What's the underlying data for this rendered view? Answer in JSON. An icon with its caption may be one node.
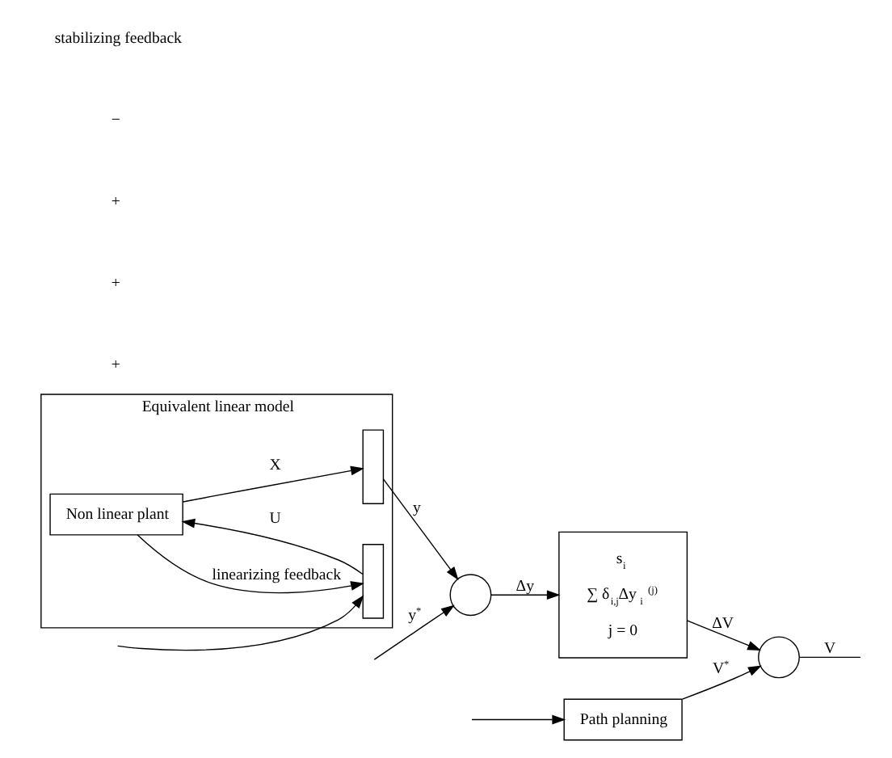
{
  "diagram": {
    "nodes": [
      {
        "text": [
          "Path planning"
        ]
      },
      {
        "text": [],
        "shape": "circle"
      },
      {
        "text": [
          "s$_{i}$",
          "∑ δ$_{i,j}$Δy$_{i}$$^{(j)}$",
          "j = 0"
        ]
      },
      {
        "text": [],
        "shape": "circle"
      },
      {
        "text": [
          "Equivalent linear model"
        ]
      },
      {
        "text": [],
        "shape": "box",
        "in": 4
      },
      {
        "text": [
          "Non linear plant"
        ],
        "in": 4
      },
      {
        "text": [],
        "shape": "box",
        "in": 4
      }
    ],
    "edges": [
      {
        "from": null,
        "to": 1,
        "arrow": "to",
        "label": "y$^{*}$"
      },
      {
        "from": null,
        "to": 0,
        "arrow": "to"
      },
      {
        "from": 0,
        "to": 3,
        "arrow": "to",
        "label": "V$^{*}$"
      },
      {
        "from": 1,
        "to": 2,
        "arrow": "to",
        "label": "Δy"
      },
      {
        "from": 2,
        "to": 3,
        "arrow": "to",
        "label": "ΔV"
      },
      {
        "from": 3,
        "to": null,
        "arrow": "none",
        "label": "V"
      },
      {
        "from": null,
        "to": 7,
        "arrow": "to"
      },
      {
        "from": 7,
        "to": 6,
        "arrow": "to",
        "label": "U"
      },
      {
        "from": 6,
        "to": 5,
        "arrow": "to",
        "label": "X"
      },
      {
        "from": 6,
        "to": 7,
        "arrow": "to",
        "label": "linearizing feedback"
      },
      {
        "from": 5,
        "to": 1,
        "arrow": "to",
        "label": "y"
      }
    ],
    "labels": [
      "+",
      "+",
      "+",
      "−",
      "stabilizing feedback"
    ]
  }
}
